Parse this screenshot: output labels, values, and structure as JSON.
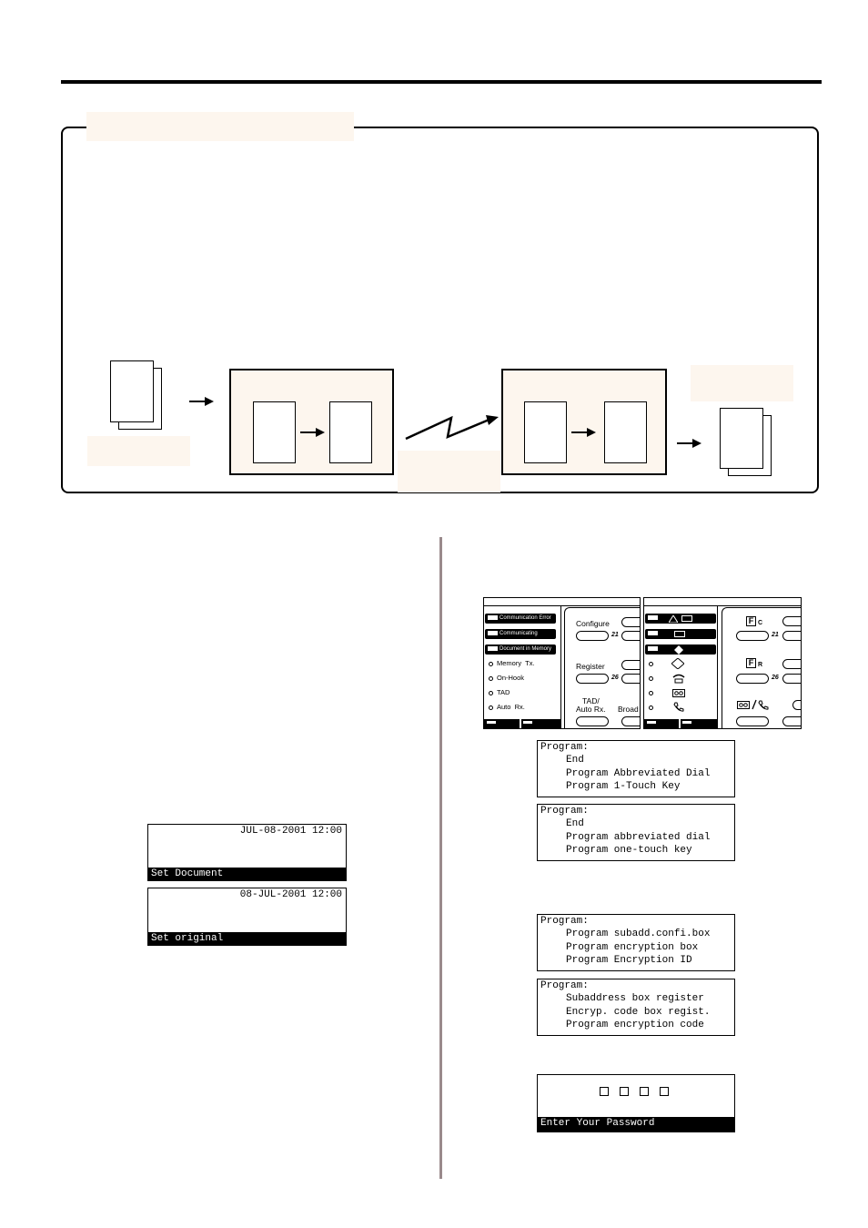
{
  "program_screen_1": {
    "title": "Program:",
    "items": [
      "End",
      "Program Abbreviated Dial",
      "Program 1-Touch Key"
    ]
  },
  "program_screen_2": {
    "title": "Program:",
    "items": [
      "End",
      "Program abbreviated dial",
      "Program one-touch key"
    ]
  },
  "program_screen_3": {
    "title": "Program:",
    "items": [
      "Program subadd.confi.box",
      "Program encryption box",
      "Program Encryption ID"
    ]
  },
  "program_screen_4": {
    "title": "Program:",
    "items": [
      "Subaddress box register",
      "Encryp. code box regist.",
      "Program encryption code"
    ]
  },
  "standby_screen_1": {
    "datetime": "JUL-08-2001 12:00",
    "status": "Set Document"
  },
  "standby_screen_2": {
    "datetime": "08-JUL-2001 12:00",
    "status": "Set original"
  },
  "password_screen": {
    "prompt": "Enter Your Password"
  },
  "panel_left": {
    "indicators": [
      "Communication Error",
      "Communicating",
      "Document in Memory"
    ],
    "lamps": [
      "Memory  Tx.",
      "On-Hook",
      "TAD",
      "Auto  Rx."
    ],
    "keys": [
      "Configure",
      "Register",
      "TAD/",
      "Auto Rx.",
      "Broad"
    ],
    "numbers": [
      "21",
      "26"
    ]
  },
  "panel_right": {
    "keys": [
      "F",
      "C",
      "F",
      "R"
    ],
    "numbers": [
      "21",
      "26"
    ]
  }
}
